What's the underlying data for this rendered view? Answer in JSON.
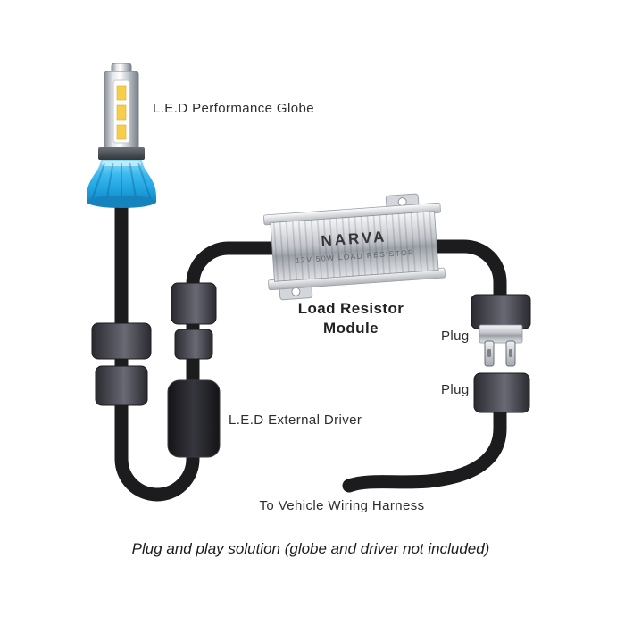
{
  "page": {
    "caption": "Plug and play solution (globe and driver not included)"
  },
  "labels": {
    "globe": "L.E.D Performance Globe",
    "load_resistor": {
      "line1": "Load Resistor",
      "line2": "Module"
    },
    "plug_top": "Plug",
    "plug_bottom": "Plug",
    "external_driver": "L.E.D External Driver",
    "harness": "To Vehicle Wiring Harness"
  },
  "resistor": {
    "brand": "NARVA",
    "spec": "12V 50W LOAD RESISTOR"
  },
  "colors": {
    "background": "#ffffff",
    "cable_black": "#1c1c1f",
    "heatsink_blue": "#2fb4ec",
    "resistor_silver": "#c6c9cf",
    "connector_gray": "#4c4c56",
    "label_text": "#2d2d30"
  }
}
